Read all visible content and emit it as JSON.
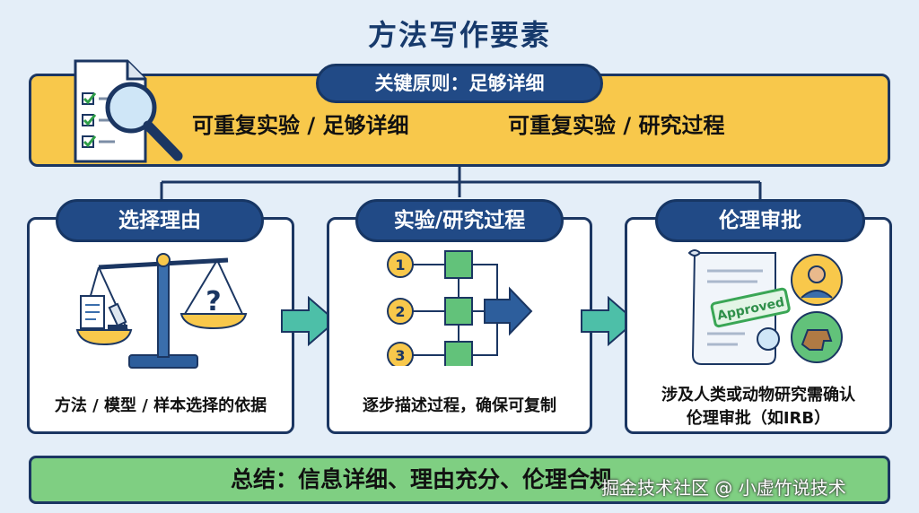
{
  "title": "方法写作要素",
  "top": {
    "badge": "关键原则：足够详细",
    "principle_1": "可重复实验 / 足够详细",
    "principle_2": "可重复实验 / 研究过程",
    "icon": "checklist-magnifier-icon"
  },
  "cards": [
    {
      "label": "选择理由",
      "caption": "方法 / 模型 / 样本选择的依据",
      "icon": "balance-scale-icon"
    },
    {
      "label": "实验/研究过程",
      "caption": "逐步描述过程，确保可复制",
      "icon": "flowchart-icon",
      "steps": [
        "1",
        "2",
        "3"
      ]
    },
    {
      "label": "伦理审批",
      "caption_1": "涉及人类或动物研究需确认",
      "caption_2": "伦理审批（如IRB）",
      "icon": "approval-document-icon",
      "stamp": "Approved"
    }
  ],
  "summary": "总结：信息详细、理由充分、伦理合规",
  "watermark": "掘金技术社区 @ 小虚竹说技术",
  "colors": {
    "navy": "#1b3662",
    "pill": "#214a86",
    "yellow": "#f8c84b",
    "green": "#7fcf82",
    "teal": "#4dbfa8"
  }
}
